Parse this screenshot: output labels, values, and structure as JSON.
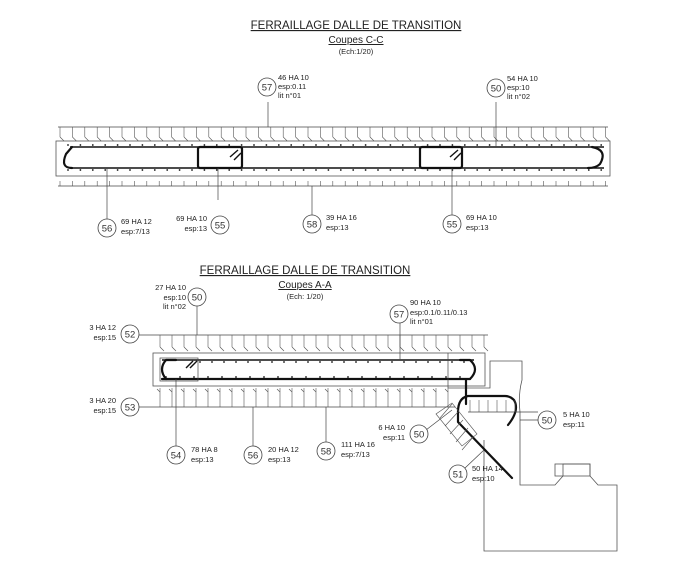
{
  "sections": [
    {
      "id": "C-C",
      "title": "FERRAILLAGE DALLE DE TRANSITION",
      "subtitle": "Coupes C-C",
      "scale": "(Ech:1/20)",
      "marks": [
        {
          "num": "57",
          "line1": "46 HA 10",
          "line2": "esp:0.11",
          "line3": "lit n°01"
        },
        {
          "num": "50",
          "line1": "54 HA 10",
          "line2": "esp:10",
          "line3": "lit n°02"
        },
        {
          "num": "56",
          "line1": "69 HA 12",
          "line2": "esp:7/13"
        },
        {
          "num": "55",
          "line1": "69 HA 10",
          "line2": "esp:13"
        },
        {
          "num": "58",
          "line1": "39 HA 16",
          "line2": "esp:13"
        },
        {
          "num": "55",
          "line1": "69 HA 10",
          "line2": "esp:13"
        }
      ]
    },
    {
      "id": "A-A",
      "title": "FERRAILLAGE DALLE DE TRANSITION",
      "subtitle": "Coupes A-A",
      "scale": "(Ech: 1/20)",
      "marks": [
        {
          "num": "50",
          "line1": "27 HA 10",
          "line2": "esp:10",
          "line3": "lit n°02"
        },
        {
          "num": "57",
          "line1": "90 HA 10",
          "line2": "esp:0.1/0.11/0.13",
          "line3": "lit n°01"
        },
        {
          "num": "52",
          "line1": "3 HA 12",
          "line2": "esp:15"
        },
        {
          "num": "53",
          "line1": "3 HA 20",
          "line2": "esp:15"
        },
        {
          "num": "54",
          "line1": "78 HA 8",
          "line2": "esp:13"
        },
        {
          "num": "56",
          "line1": "20 HA 12",
          "line2": "esp:13"
        },
        {
          "num": "58",
          "line1": "111 HA 16",
          "line2": "esp:7/13"
        },
        {
          "num": "50",
          "line1": "6 HA 10",
          "line2": "esp:11"
        },
        {
          "num": "50",
          "line1": "5 HA 10",
          "line2": "esp:11"
        },
        {
          "num": "51",
          "line1": "50 HA 14",
          "line2": "esp:10"
        }
      ]
    }
  ]
}
